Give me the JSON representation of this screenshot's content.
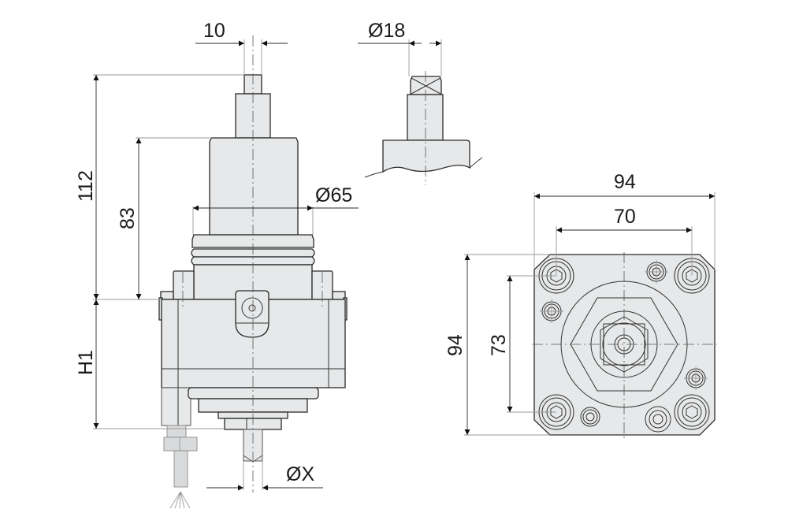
{
  "drawing": {
    "title": "Driven tool holder technical drawing",
    "background": "#ffffff",
    "part_fill": "#e7e8e9",
    "line_color": "#2a2a2a"
  },
  "side_view": {
    "dimensions": {
      "shaft_tip_width": "10",
      "total_height": "112",
      "body_height": "83",
      "collar_diameter": "Ø65",
      "lower_height": "H1",
      "tool_diameter": "ØX"
    }
  },
  "detail_view": {
    "dimensions": {
      "square_drive_diameter": "Ø18"
    }
  },
  "flange_view": {
    "dimensions": {
      "overall_width": "94",
      "bolt_spacing_horizontal": "70",
      "overall_height": "94",
      "bolt_spacing_vertical": "73"
    }
  }
}
